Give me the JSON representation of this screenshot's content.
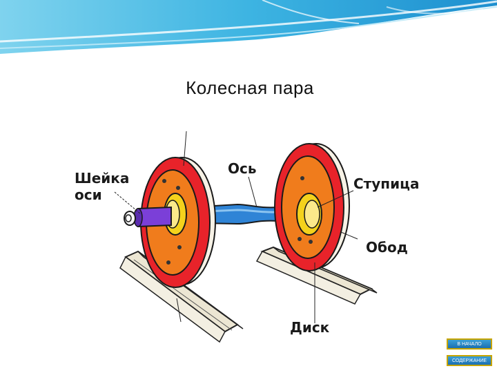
{
  "slide": {
    "title": "Колесная пара"
  },
  "labels": {
    "journal_line1": "Шейка",
    "journal_line2": "оси",
    "axle": "Ось",
    "hub": "Ступица",
    "rim": "Обод",
    "disc": "Диск"
  },
  "nav": {
    "home_label": "В НАЧАЛО",
    "contents_label": "СОДЕРЖАНИЕ"
  },
  "colors": {
    "rim": "#e8232a",
    "disc": "#f07c1c",
    "hub": "#f4d21c",
    "axle": "#2f84d6",
    "journal": "#7b3fd8",
    "rail": "#e9e3cf",
    "header": "#2aa6d8"
  }
}
